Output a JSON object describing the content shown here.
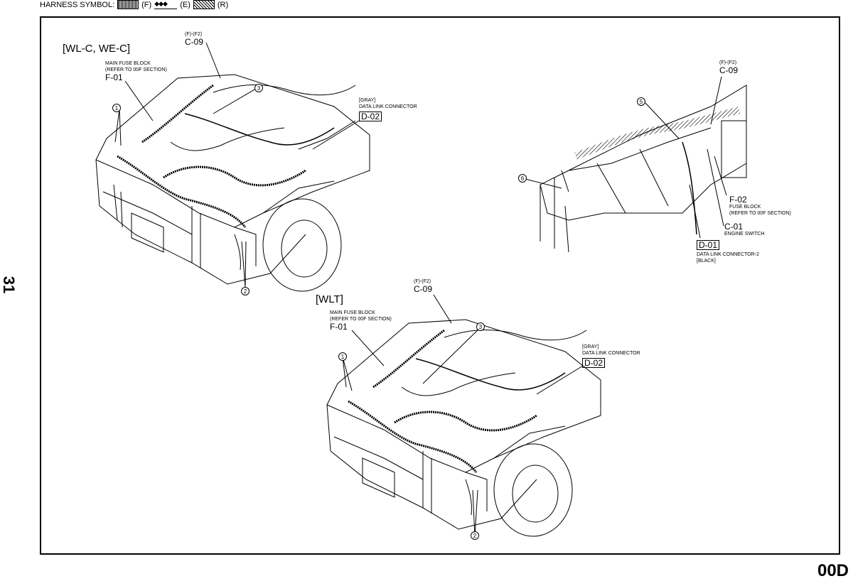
{
  "legend": {
    "label": "HARNESS SYMBOL:",
    "items": [
      {
        "code": "(F)",
        "icon": "dense-hatch-harness-icon"
      },
      {
        "code": "(E)",
        "icon": "diamond-chain-harness-icon",
        "glyph": "◆◆◆"
      },
      {
        "code": "(R)",
        "icon": "diagonal-hatch-harness-icon"
      }
    ]
  },
  "page_number": "31",
  "section_code": "00D",
  "variants": {
    "wlc": {
      "title": "[WL-C, WE-C]",
      "c09": {
        "sub": "(F)-(F2)",
        "code": "C-09"
      },
      "f01": {
        "desc1": "MAIN FUSE BLOCK",
        "desc2": "(REFER TO 00F SECTION)",
        "code": "F-01"
      },
      "d02": {
        "desc1": "[GRAY]",
        "desc2": "DATA LINK CONNECTOR",
        "code": "D-02"
      },
      "callouts": [
        "1",
        "2",
        "3"
      ]
    },
    "wlt": {
      "title": "[WLT]",
      "c09": {
        "sub": "(F)-(F2)",
        "code": "C-09"
      },
      "f01": {
        "desc1": "MAIN FUSE BLOCK",
        "desc2": "(REFER TO 00F SECTION)",
        "code": "F-01"
      },
      "d02": {
        "desc1": "[GRAY]",
        "desc2": "DATA LINK CONNECTOR",
        "code": "D-02"
      },
      "callouts": [
        "1",
        "2",
        "3"
      ]
    },
    "dash": {
      "c09": {
        "sub": "(F)-(F2)",
        "code": "C-09"
      },
      "f02": {
        "code": "F-02",
        "desc1": "FUSE BLOCK",
        "desc2": "(REFER TO 00F SECTION)"
      },
      "c01": {
        "code": "C-01",
        "desc1": "ENGINE SWITCH"
      },
      "d01": {
        "code": "D-01",
        "desc1": "DATA LINK CONNECTOR-2",
        "desc2": "[BLACK]"
      },
      "callouts": [
        "5",
        "6"
      ]
    }
  }
}
